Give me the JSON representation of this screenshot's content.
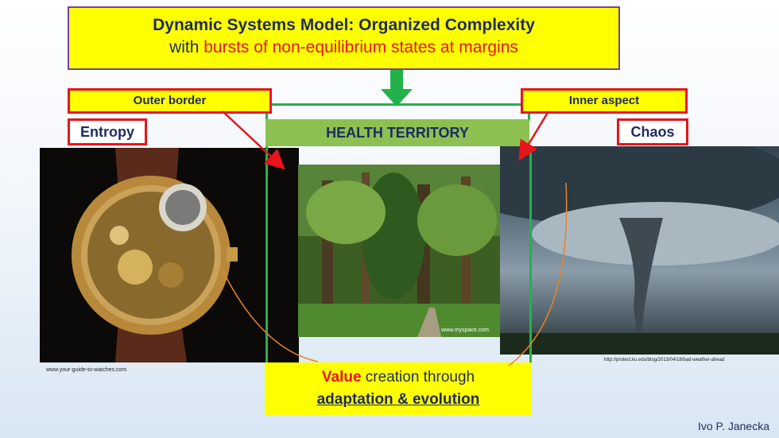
{
  "title": {
    "line1": "Dynamic Systems Model: Organized Complexity",
    "line2_prefix": "with ",
    "line2_highlight": "bursts of non-equilibrium states at margins"
  },
  "labels": {
    "outer_border": "Outer border",
    "inner_aspect": "Inner aspect",
    "entropy": "Entropy",
    "chaos": "Chaos",
    "health_territory": "HEALTH TERRITORY"
  },
  "credits": {
    "watch": "www.your-guide-to-watches.com",
    "forest": "www.myspace.com",
    "tornado": "http://protect.ku.edu/blog/2013/04/18/bad-weather-ahead"
  },
  "value_box": {
    "value_word": "Value",
    "line1_rest": " creation through",
    "line2": "adaptation & evolution"
  },
  "author": "Ivo P. Janecka",
  "colors": {
    "title_bg": "#ffff00",
    "highlight_red": "#e8141b",
    "territory_green": "#23b24a",
    "health_bar": "#8cc152",
    "text_navy": "#1f2b5e"
  }
}
